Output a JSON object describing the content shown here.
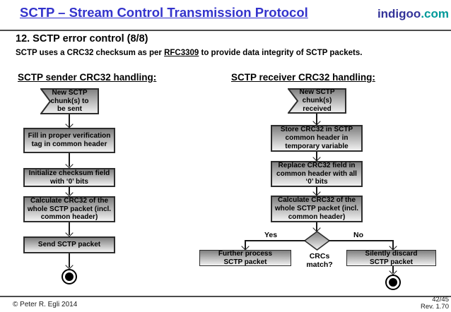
{
  "header": {
    "title": "SCTP – Stream Control Transmission Protocol",
    "logo_name": "indigoo",
    "logo_tld": ".com",
    "section_title": "12. SCTP error control (8/8)",
    "subtitle_before": "SCTP uses a CRC32 checksum as per ",
    "subtitle_link": "RFC3309",
    "subtitle_after": " to provide data integrity of SCTP packets."
  },
  "sender_flow": {
    "heading": "SCTP sender CRC32 handling:",
    "start": "New SCTP\nchunk(s) to\nbe sent",
    "steps": [
      "Fill in proper verification\ntag in common header",
      "Initialize checksum field\nwith ‘0’ bits",
      "Calculate CRC32 of the\nwhole SCTP packet (incl.\ncommon header)",
      "Send SCTP packet"
    ]
  },
  "receiver_flow": {
    "heading": "SCTP receiver CRC32 handling:",
    "start": "New SCTP\nchunk(s)\nreceived",
    "steps": [
      "Store CRC32 in SCTP\ncommon header in\ntemporary variable",
      "Replace CRC32 field in\ncommon header with all\n‘0’ bits",
      "Calculate CRC32 of the\nwhole SCTP packet (incl.\ncommon header)"
    ],
    "decision": "CRCs\nmatch?",
    "yes_label": "Yes",
    "no_label": "No",
    "yes_result": "Further process\nSCTP packet",
    "no_result": "Silently discard\nSCTP packet"
  },
  "footer": {
    "copyright": "© Peter R. Egli 2014",
    "page": "42/45",
    "revision": "Rev. 1.70"
  },
  "colors": {
    "title_blue": "#3333cc",
    "logo_indigo": "#333399",
    "logo_teal": "#009999",
    "node_border": "#2d2d2d",
    "node_gradient_top": "#7f7f7f",
    "node_gradient_bottom": "#f2f2f2",
    "connector": "#1a1a1a"
  }
}
